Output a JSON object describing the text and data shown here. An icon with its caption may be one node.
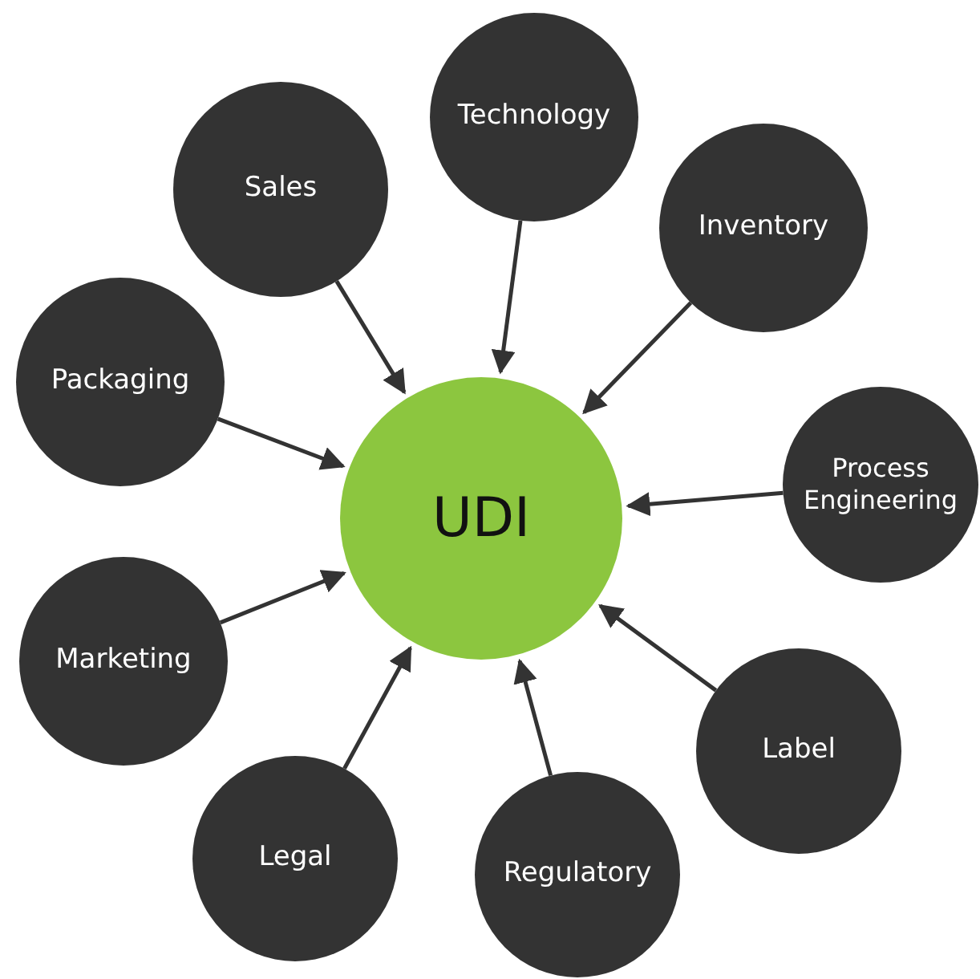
{
  "diagram": {
    "nodes": [
      {
        "text": [
          "UDI"
        ]
      },
      {
        "text": [
          "Technology"
        ]
      },
      {
        "text": [
          "Inventory"
        ]
      },
      {
        "text": [
          "Process Engineering"
        ]
      },
      {
        "text": [
          "Label"
        ]
      },
      {
        "text": [
          "Regulatory"
        ]
      },
      {
        "text": [
          "Legal"
        ]
      },
      {
        "text": [
          "Marketing"
        ]
      },
      {
        "text": [
          "Packaging"
        ]
      },
      {
        "text": [
          "Sales"
        ]
      }
    ],
    "edges": [
      {
        "from": 1,
        "to": 0,
        "arrow": "to"
      },
      {
        "from": 2,
        "to": 0,
        "arrow": "to"
      },
      {
        "from": 3,
        "to": 0,
        "arrow": "to"
      },
      {
        "from": 4,
        "to": 0,
        "arrow": "to"
      },
      {
        "from": 5,
        "to": 0,
        "arrow": "to"
      },
      {
        "from": 6,
        "to": 0,
        "arrow": "to"
      },
      {
        "from": 7,
        "to": 0,
        "arrow": "to"
      },
      {
        "from": 8,
        "to": 0,
        "arrow": "to"
      },
      {
        "from": 9,
        "to": 0,
        "arrow": "to"
      }
    ]
  }
}
